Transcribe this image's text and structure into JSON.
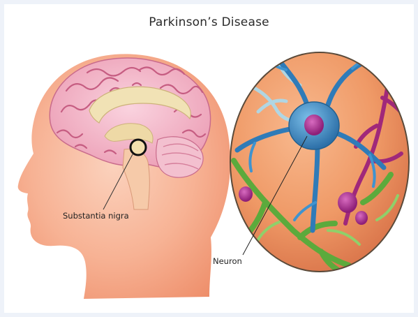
{
  "title": "Parkinson’s Disease",
  "labels": {
    "substantia_nigra": "Substantia nigra",
    "neuron": "Neuron"
  },
  "colors": {
    "background": "#eef2f9",
    "skin": "#f4a27f",
    "brain": "#f2aec3",
    "neuron_blue": "#3a86c0",
    "neuron_green": "#5caa3c",
    "neuron_magenta": "#a0287a"
  }
}
